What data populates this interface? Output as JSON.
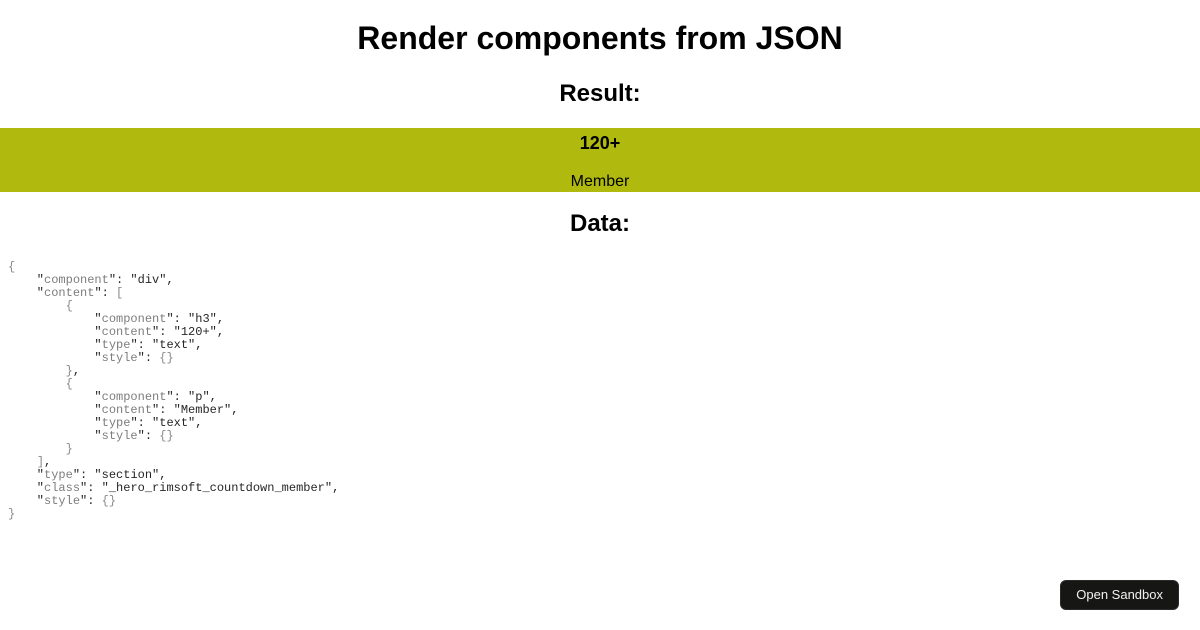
{
  "page": {
    "title": "Render components from JSON",
    "result_heading": "Result:",
    "data_heading": "Data:"
  },
  "rendered_component": {
    "heading": "120+",
    "text": "Member"
  },
  "code": {
    "lines": [
      "{",
      "    \"component\": \"div\",",
      "    \"content\": [",
      "        {",
      "            \"component\": \"h3\",",
      "            \"content\": \"120+\",",
      "            \"type\": \"text\",",
      "            \"style\": {}",
      "        },",
      "        {",
      "            \"component\": \"p\",",
      "            \"content\": \"Member\",",
      "            \"type\": \"text\",",
      "            \"style\": {}",
      "        }",
      "    ],",
      "    \"type\": \"section\",",
      "    \"class\": \"_hero_rimsoft_countdown_member\",",
      "    \"style\": {}",
      "}"
    ]
  },
  "sandbox_button": {
    "label": "Open Sandbox"
  },
  "colors": {
    "banner_background": "#afb90e",
    "button_background": "#161615",
    "code_key": "#7d7d7d",
    "code_punctuation": "#8a8a8a",
    "code_text": "#262626"
  }
}
